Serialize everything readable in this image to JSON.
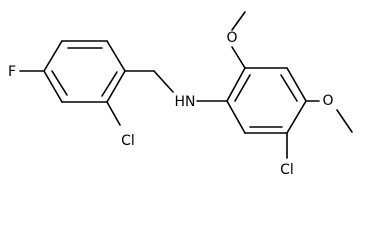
{
  "molecule": {
    "atoms": {
      "fluorine": "F",
      "chlorine_benzyl": "Cl",
      "amine": "HN",
      "methoxy_top": "O",
      "methoxy_right": "O",
      "chlorine_aniline": "Cl"
    },
    "colors": {
      "bond": "#000000",
      "label": "#000000",
      "background": "#ffffff"
    }
  }
}
